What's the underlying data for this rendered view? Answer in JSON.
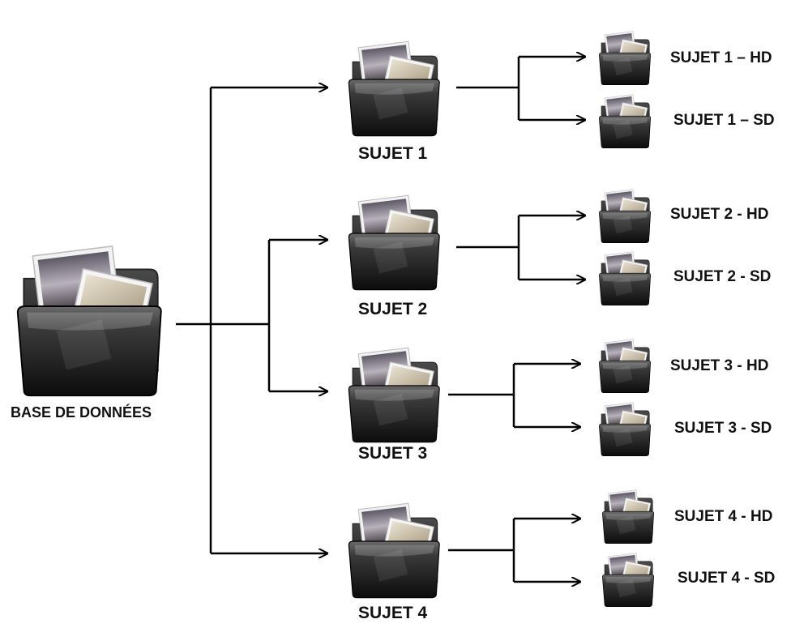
{
  "root": {
    "label": "BASE DE DONNÉES",
    "icon": "photo-folder-icon"
  },
  "subjects": [
    {
      "label": "SUJET 1",
      "icon": "photo-folder-icon",
      "children": [
        {
          "label": "SUJET 1 – HD",
          "icon": "photo-folder-icon"
        },
        {
          "label": "SUJET 1 – SD",
          "icon": "photo-folder-icon"
        }
      ]
    },
    {
      "label": "SUJET 2",
      "icon": "photo-folder-icon",
      "children": [
        {
          "label": "SUJET 2 - HD",
          "icon": "photo-folder-icon"
        },
        {
          "label": "SUJET 2 - SD",
          "icon": "photo-folder-icon"
        }
      ]
    },
    {
      "label": "SUJET 3",
      "icon": "photo-folder-icon",
      "children": [
        {
          "label": "SUJET 3 - HD",
          "icon": "photo-folder-icon"
        },
        {
          "label": "SUJET 3 - SD",
          "icon": "photo-folder-icon"
        }
      ]
    },
    {
      "label": "SUJET 4",
      "icon": "photo-folder-icon",
      "children": [
        {
          "label": "SUJET 4 - HD",
          "icon": "photo-folder-icon"
        },
        {
          "label": "SUJET 4 - SD",
          "icon": "photo-folder-icon"
        }
      ]
    }
  ]
}
